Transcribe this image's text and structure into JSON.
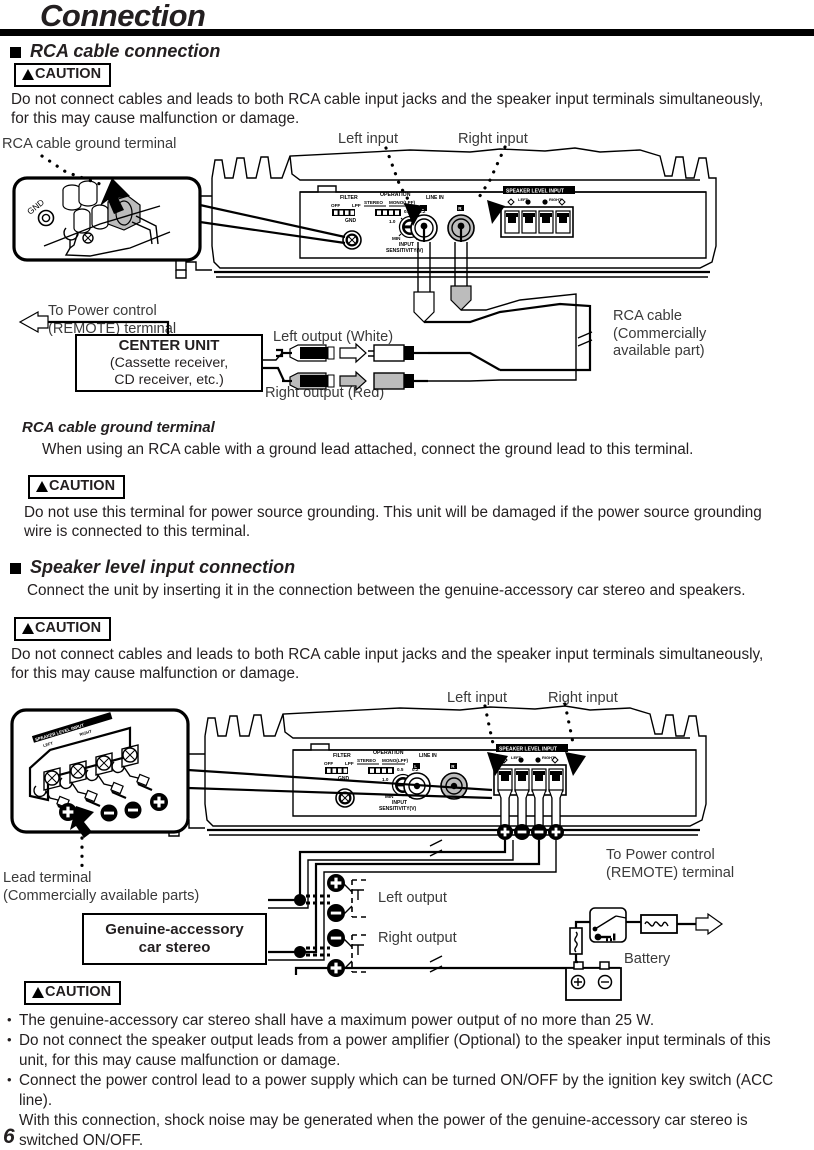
{
  "page": {
    "title": "Connection",
    "number": "6"
  },
  "section1": {
    "heading": "RCA cable connection",
    "caution_label": "CAUTION",
    "caution_text": "Do not connect cables and leads to both RCA cable input  jacks and the speaker input terminals simultaneously,  for this may cause malfunction or damage."
  },
  "diagram1": {
    "label_ground_terminal": "RCA cable ground terminal",
    "label_left_input": "Left input",
    "label_right_input": "Right input",
    "label_power_control": "To Power control\n(REMOTE) terminal",
    "label_left_output": "Left output (White)",
    "label_right_output": "Right output (Red)",
    "label_rca_cable": "RCA cable\n(Commercially\navailable part)",
    "center_unit": {
      "title": "CENTER UNIT",
      "line2": "(Cassette receiver,",
      "line3": "CD receiver, etc.)"
    },
    "inset_gnd_label": "GND",
    "panel": {
      "filter": "FILTER",
      "filter_off": "OFF",
      "filter_lpf": "LPF",
      "operation": "OPERATION",
      "operation_stereo": "STEREO",
      "operation_mono": "MONO(LPF)",
      "sens_min": "MIN",
      "sens_max": "MAX",
      "sens_label1": "INPUT",
      "sens_label2": "SENSITIVITY(V)",
      "sens_tick_low": "1.0",
      "sens_tick_mid": "0.5",
      "sens_tick_high": "0.2",
      "gnd": "GND",
      "line_in": "LINE IN",
      "line_in_l": "L",
      "line_in_r": "R",
      "speaker_level_input": "SPEAKER LEVEL INPUT",
      "spk_left": "LEFT",
      "spk_right": "RIGHT"
    }
  },
  "section_ground": {
    "sub_heading": "RCA cable ground terminal",
    "text": "When using an RCA cable with a ground lead attached, connect the ground lead to this terminal.",
    "caution_label": "CAUTION",
    "caution_text": "Do not use this terminal for power source grounding. This unit will be damaged if the power source grounding wire is connected to this terminal."
  },
  "section2": {
    "heading": "Speaker level input connection",
    "text": "Connect the unit by inserting it in the connection between the genuine-accessory car stereo and speakers.",
    "caution_label": "CAUTION",
    "caution_text": "Do not connect cables and leads to both RCA cable input  jacks and the speaker input terminals simultaneously,  for this may cause malfunction or damage."
  },
  "diagram2": {
    "label_left_input": "Left input",
    "label_right_input": "Right input",
    "label_lead_terminal": "Lead terminal\n(Commercially available parts)",
    "label_power_control": "To Power control\n(REMOTE) terminal",
    "label_left_output": "Left output",
    "label_right_output": "Right output",
    "label_battery": "Battery",
    "car_stereo": {
      "line1": "Genuine-accessory",
      "line2": "car stereo"
    }
  },
  "bottom_caution": {
    "caution_label": "CAUTION",
    "items": [
      "The genuine-accessory car stereo shall have a maximum power output of no more than 25 W.",
      "Do not connect the speaker output leads from a power amplifier (Optional) to the speaker input terminals of this unit, for this may cause malfunction  or damage.",
      "Connect the power control lead to a power supply which can be turned ON/OFF by the ignition key switch (ACC line)."
    ],
    "item3_continuation": "With this connection, shock noise may be generated when the power of the genuine-accessory car stereo is switched ON/OFF."
  },
  "colors": {
    "ink": "#231f20",
    "label_gray": "#3a3a3a",
    "rca_red_gray": "#bcbcbc"
  }
}
